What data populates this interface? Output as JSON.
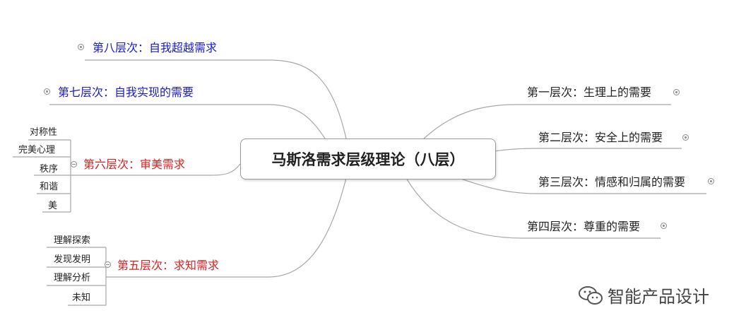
{
  "root": {
    "title": "马斯洛需求层级理论（八层）"
  },
  "left_branches": [
    {
      "label": "第八层次：自我超越需求",
      "color": "#1a1acc"
    },
    {
      "label": "第七层次：自我实现的需要",
      "color": "#1a1acc"
    },
    {
      "label": "第六层次：审美需求",
      "color": "#e02020",
      "children": [
        "对称性",
        "完美心理",
        "秩序",
        "和谐",
        "美"
      ]
    },
    {
      "label": "第五层次：求知需求",
      "color": "#e02020",
      "children": [
        "理解探索",
        "发现发明",
        "理解分析",
        "未知"
      ]
    }
  ],
  "right_branches": [
    {
      "label": "第一层次：生理上的需要"
    },
    {
      "label": "第二层次：安全上的需要"
    },
    {
      "label": "第三层次：情感和归属的需要"
    },
    {
      "label": "第四层次：尊重的需要"
    }
  ],
  "watermark": {
    "text": "智能产品设计",
    "icon": "wechat-icon"
  }
}
